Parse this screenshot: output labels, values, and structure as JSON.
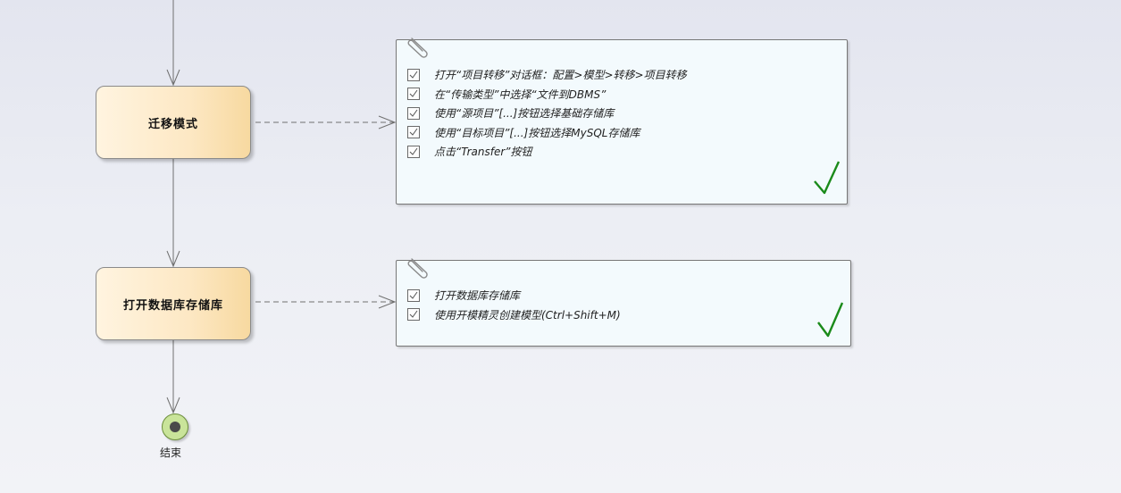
{
  "diagram": {
    "activities": [
      {
        "label": "迁移模式"
      },
      {
        "label": "打开数据库存储库"
      }
    ],
    "notes": [
      {
        "items": [
          "打开“项目转移”对话框：配置>模型>转移>项目转移",
          "在“传输类型”中选择“文件到DBMS”",
          "使用“源项目”[...]按钮选择基础存储库",
          "使用“目标项目”[...]按钮选择MySQL存储库",
          "点击“Transfer”按钮"
        ]
      },
      {
        "items": [
          "打开数据库存储库",
          "使用开模精灵创建模型(Ctrl+Shift+M)"
        ]
      }
    ],
    "final_node": {
      "label": "结束"
    }
  },
  "colors": {
    "activity_fill": "#fde8c4",
    "note_fill": "#f3fafd",
    "check_green": "#1a8a1a",
    "final_node_fill": "#c9e49a"
  }
}
